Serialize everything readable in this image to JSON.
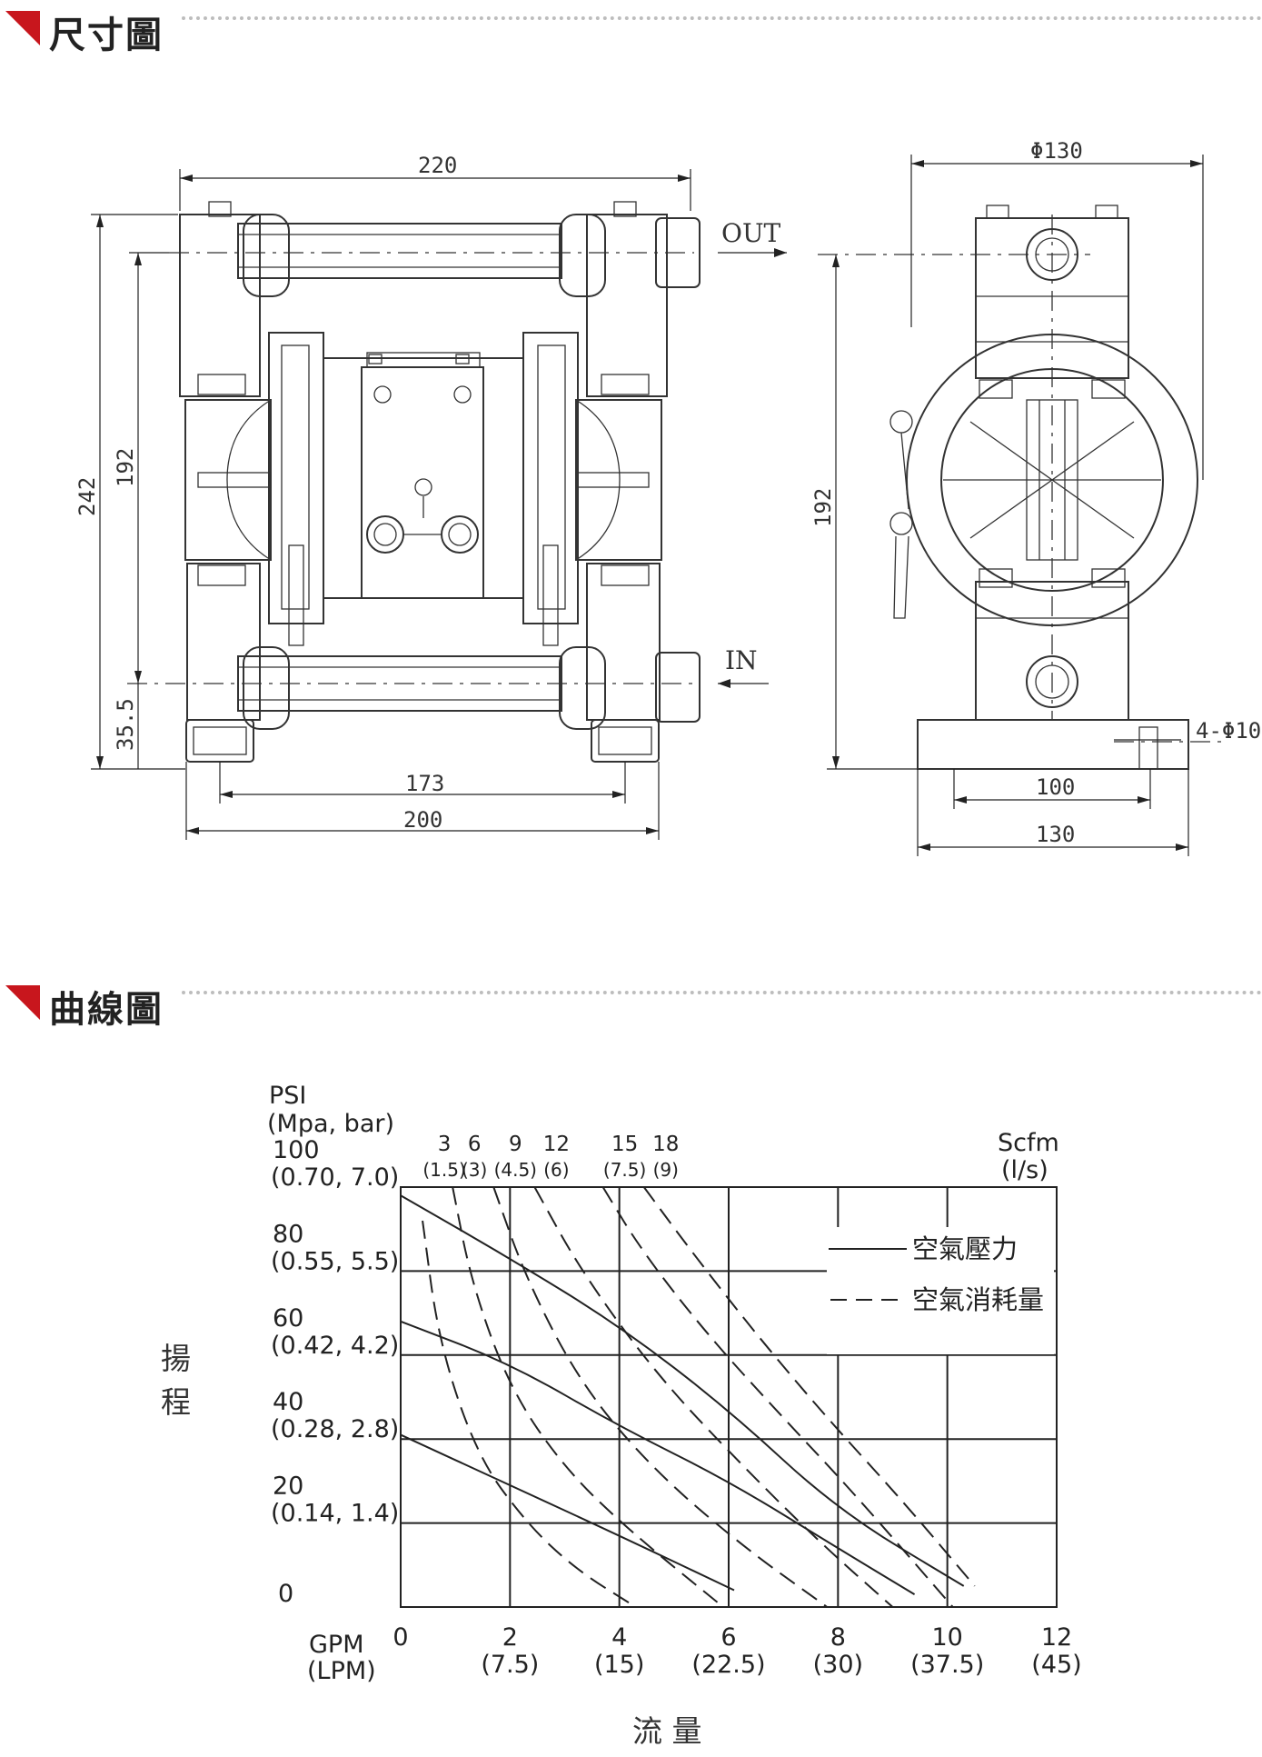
{
  "sections": {
    "dimensions_title": "尺寸圖",
    "curve_title": "曲線圖"
  },
  "colors": {
    "accent": "#c8161d",
    "line": "#333333"
  },
  "dimensions": {
    "front": {
      "width_top": "220",
      "height_total": "242",
      "height_mid": "192",
      "height_base": "35.5",
      "bolt_span": "173",
      "base_width": "200",
      "outlet_label": "OUT",
      "inlet_label": "IN"
    },
    "side": {
      "diameter": "Φ130",
      "height": "192",
      "hole_spec": "4-Φ10",
      "bolt_span": "100",
      "base_width": "130"
    }
  },
  "chart_data": {
    "type": "line",
    "yaxis": {
      "label": "揚程",
      "unit_top": "PSI",
      "unit_top2": "(Mpa, bar)",
      "ticks": [
        {
          "v": 0,
          "l1": "0",
          "l2": ""
        },
        {
          "v": 20,
          "l1": "20",
          "l2": "(0.14, 1.4)"
        },
        {
          "v": 40,
          "l1": "40",
          "l2": "(0.28, 2.8)"
        },
        {
          "v": 60,
          "l1": "60",
          "l2": "(0.42, 4.2)"
        },
        {
          "v": 80,
          "l1": "80",
          "l2": "(0.55, 5.5)"
        },
        {
          "v": 100,
          "l1": "100",
          "l2": "(0.70, 7.0)"
        }
      ],
      "ylim": [
        0,
        100
      ]
    },
    "xaxis": {
      "label": "流 量",
      "unit1": "GPM",
      "unit2": "(LPM)",
      "ticks": [
        {
          "v": 0,
          "l1": "0",
          "l2": ""
        },
        {
          "v": 2,
          "l1": "2",
          "l2": "(7.5)"
        },
        {
          "v": 4,
          "l1": "4",
          "l2": "(15)"
        },
        {
          "v": 6,
          "l1": "6",
          "l2": "(22.5)"
        },
        {
          "v": 8,
          "l1": "8",
          "l2": "(30)"
        },
        {
          "v": 10,
          "l1": "10",
          "l2": "(37.5)"
        },
        {
          "v": 12,
          "l1": "12",
          "l2": "(45)"
        }
      ],
      "xlim": [
        0,
        12
      ]
    },
    "top_scale": {
      "unit1": "Scfm",
      "unit2": "(l/s)",
      "ticks": [
        {
          "x": 0.4,
          "l1": "3",
          "l2": "(1.5)"
        },
        {
          "x": 0.95,
          "l1": "6",
          "l2": "(3)"
        },
        {
          "x": 1.7,
          "l1": "9",
          "l2": "(4.5)"
        },
        {
          "x": 2.45,
          "l1": "12",
          "l2": "(6)"
        },
        {
          "x": 3.7,
          "l1": "15",
          "l2": "(7.5)"
        },
        {
          "x": 4.45,
          "l1": "18",
          "l2": "(9)"
        }
      ]
    },
    "legend": {
      "position": "top-right",
      "solid": "空氣壓力",
      "dashed": "空氣消耗量"
    },
    "series": [
      {
        "style": "solid",
        "points": [
          [
            0,
            98
          ],
          [
            2,
            83
          ],
          [
            4,
            67
          ],
          [
            6,
            47
          ],
          [
            8,
            23
          ],
          [
            10.3,
            5
          ]
        ]
      },
      {
        "style": "solid",
        "points": [
          [
            0,
            68
          ],
          [
            2,
            58
          ],
          [
            4,
            43
          ],
          [
            6,
            30
          ],
          [
            8,
            14
          ],
          [
            9.4,
            3
          ]
        ]
      },
      {
        "style": "solid",
        "points": [
          [
            0,
            41
          ],
          [
            2,
            29
          ],
          [
            4,
            17
          ],
          [
            6.1,
            4
          ]
        ]
      },
      {
        "style": "dashed",
        "points": [
          [
            0.4,
            92
          ],
          [
            0.7,
            63
          ],
          [
            1.4,
            36
          ],
          [
            2.3,
            20
          ],
          [
            3.2,
            9
          ],
          [
            4.3,
            0
          ]
        ]
      },
      {
        "style": "dashed",
        "points": [
          [
            0.95,
            100
          ],
          [
            1.3,
            77
          ],
          [
            2.0,
            52
          ],
          [
            3.0,
            33
          ],
          [
            4.2,
            18
          ],
          [
            5.9,
            0
          ]
        ]
      },
      {
        "style": "dashed",
        "points": [
          [
            1.7,
            100
          ],
          [
            2.3,
            78
          ],
          [
            3.3,
            53
          ],
          [
            4.6,
            33
          ],
          [
            6.2,
            15
          ],
          [
            7.8,
            0
          ]
        ]
      },
      {
        "style": "dashed",
        "points": [
          [
            2.45,
            100
          ],
          [
            3.3,
            80
          ],
          [
            4.7,
            55
          ],
          [
            6.3,
            33
          ],
          [
            7.7,
            15
          ],
          [
            9.0,
            0
          ]
        ]
      },
      {
        "style": "dashed",
        "points": [
          [
            3.7,
            100
          ],
          [
            4.4,
            85
          ],
          [
            5.6,
            65
          ],
          [
            7.0,
            45
          ],
          [
            8.3,
            27
          ],
          [
            10.1,
            0
          ]
        ]
      },
      {
        "style": "dashed",
        "points": [
          [
            4.45,
            100
          ],
          [
            5.3,
            85
          ],
          [
            6.5,
            65
          ],
          [
            7.8,
            45
          ],
          [
            9.2,
            25
          ],
          [
            10.5,
            5
          ]
        ]
      }
    ]
  }
}
